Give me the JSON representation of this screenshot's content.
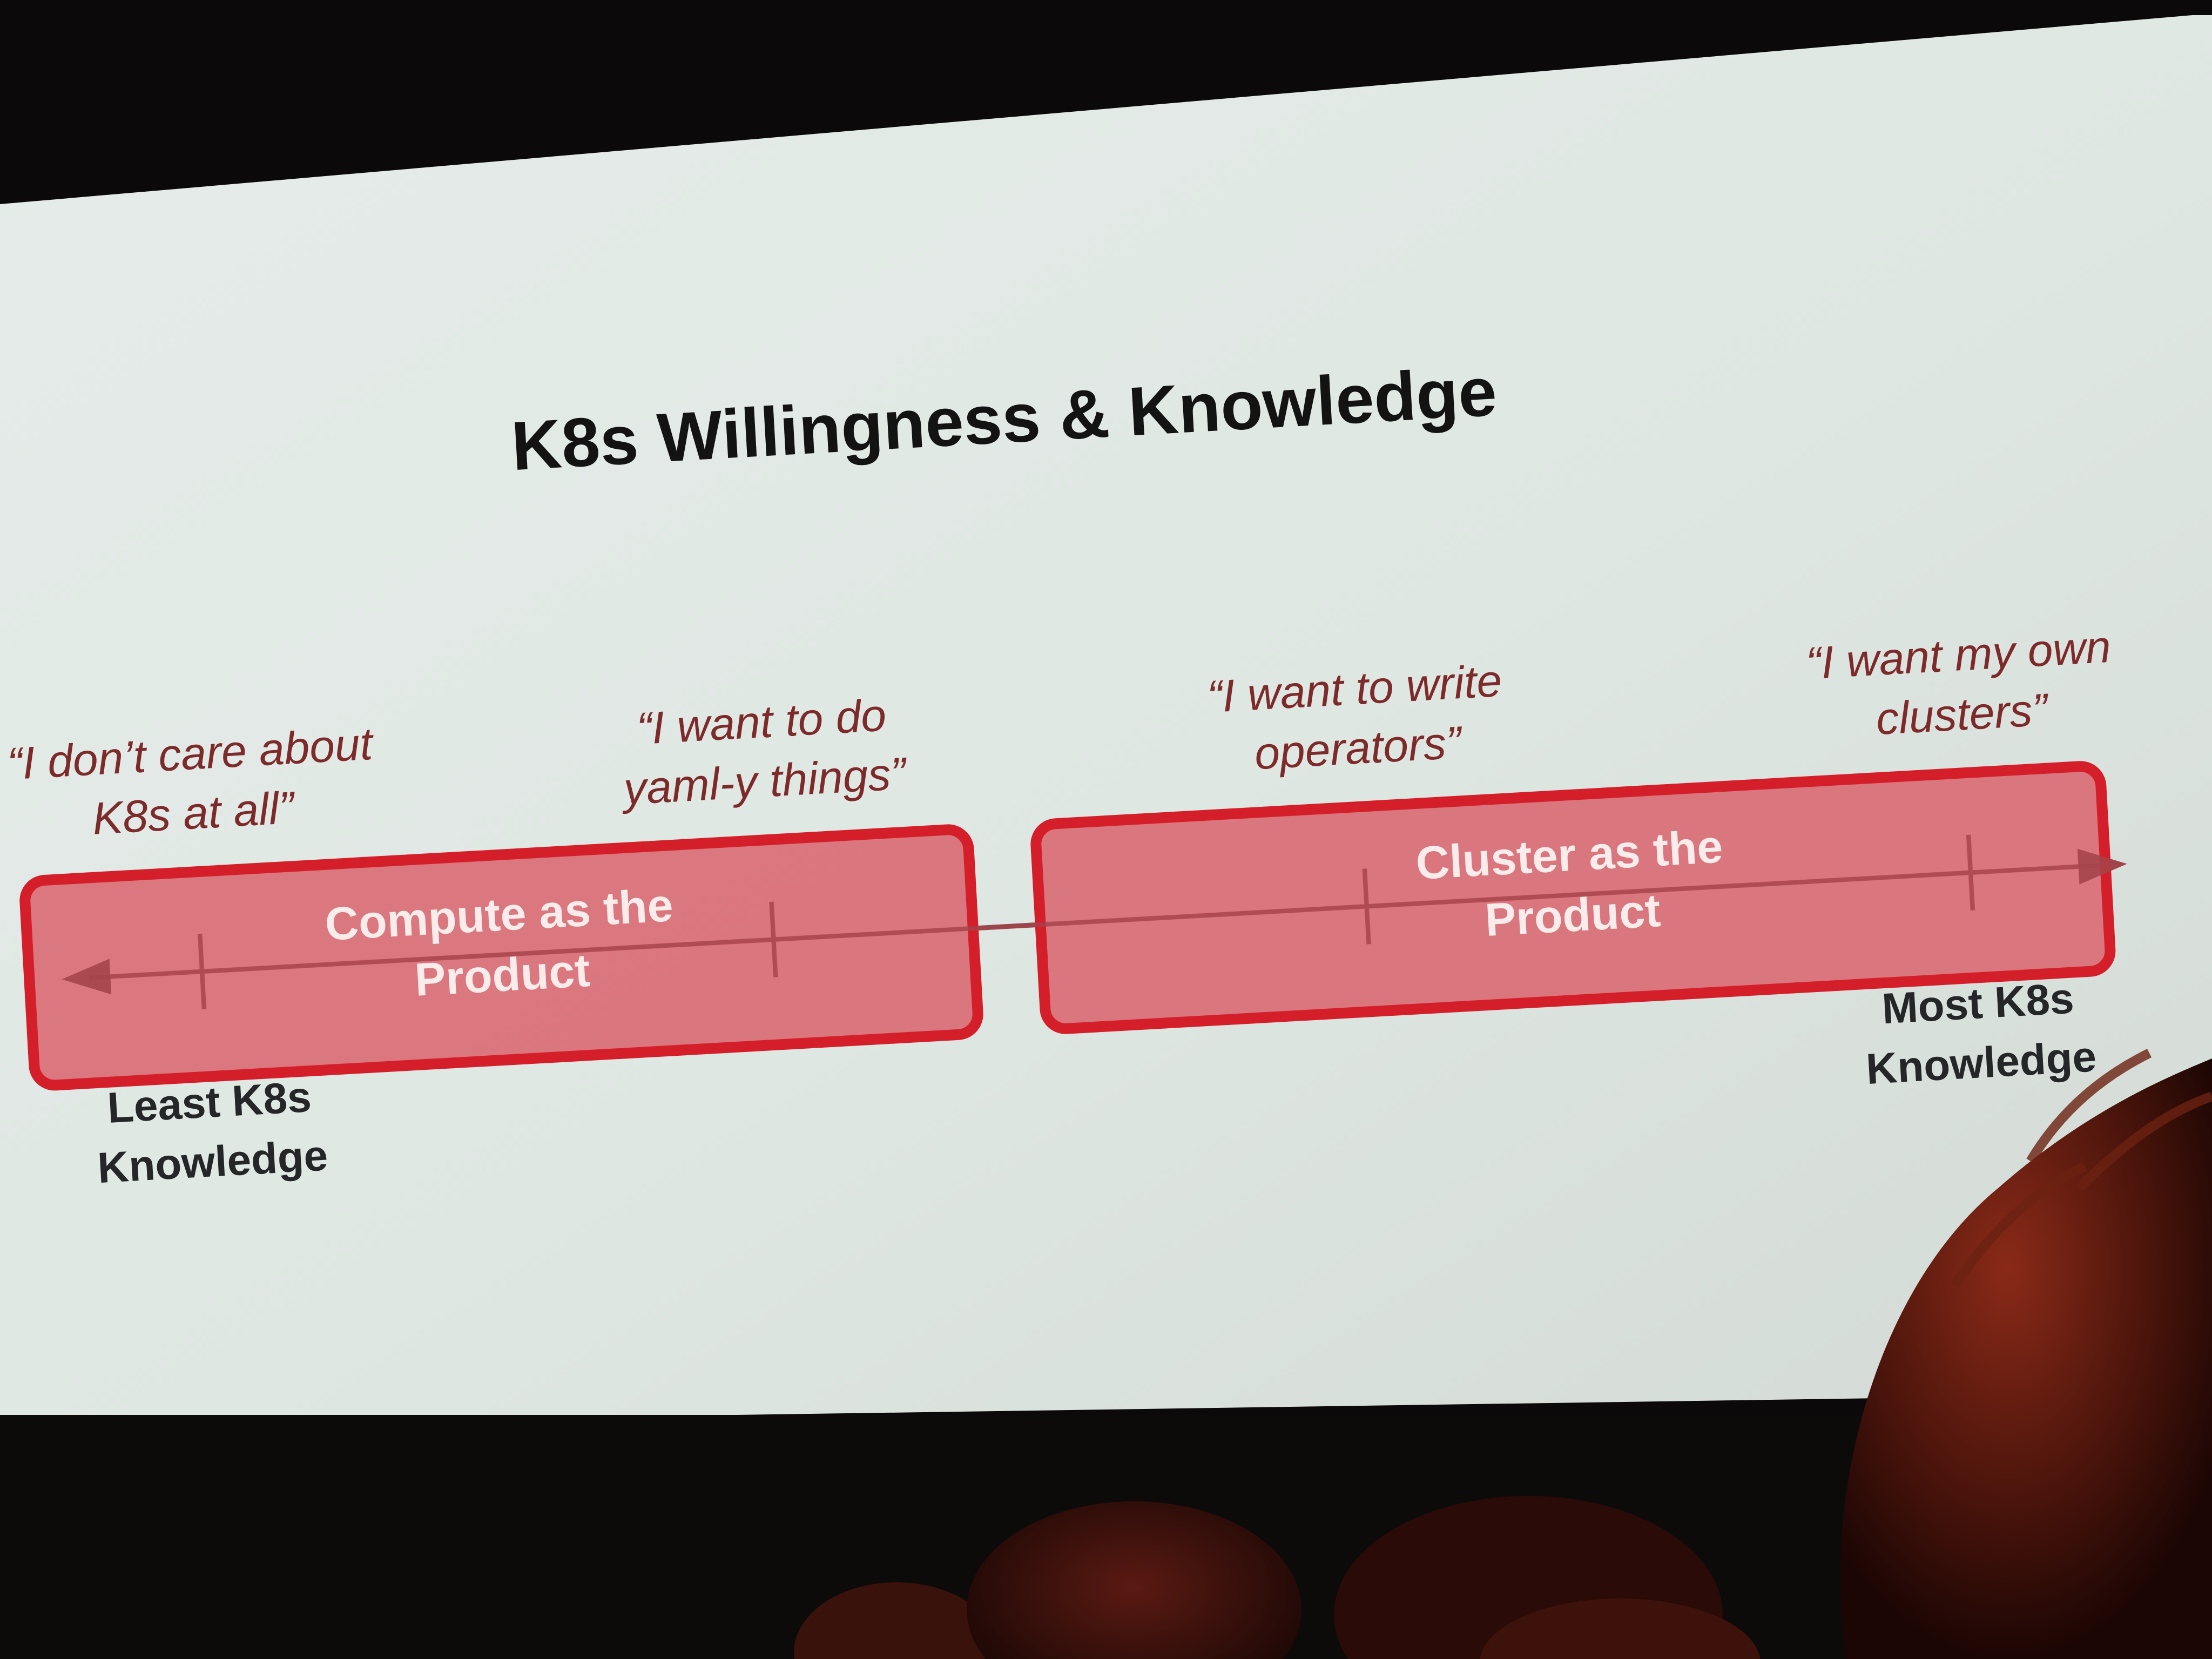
{
  "slide": {
    "title": "K8s Willingness & Knowledge",
    "quotes": [
      {
        "line1": "“I don’t care about",
        "line2": "K8s at all”"
      },
      {
        "line1": "“I want to do",
        "line2": "yaml-y things”"
      },
      {
        "line1": "“I want to write",
        "line2": "operators”"
      },
      {
        "line1": "“I want my own",
        "line2": "clusters”"
      }
    ],
    "bands": [
      {
        "line1": "Compute as the",
        "line2": "Product"
      },
      {
        "line1": "Cluster as the",
        "line2": "Product"
      }
    ],
    "left_end": {
      "line1": "Least K8s",
      "line2": "Knowledge"
    },
    "right_end": {
      "line1": "Most K8s",
      "line2": "Knowledge"
    }
  },
  "colors": {
    "band_fill": "#d9676f",
    "band_border": "#d41f2a",
    "axis": "#8e4b4d",
    "slide_bg": "#dfe6e3",
    "quote": "#7d2a2b"
  }
}
